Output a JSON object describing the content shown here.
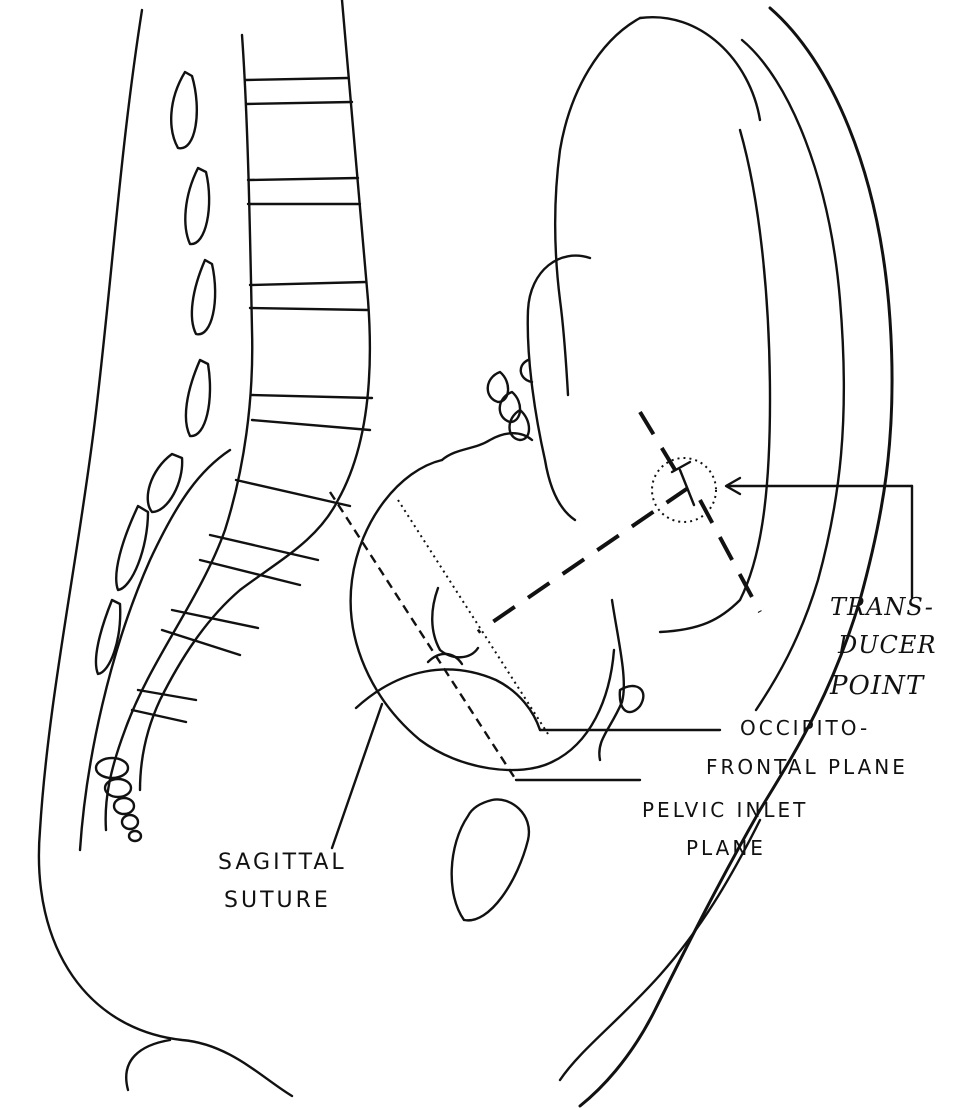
{
  "labels": {
    "transducer_point": {
      "line1": "TRANS-",
      "line2": "DUCER",
      "line3": "POINT"
    },
    "occipito_frontal_plane": {
      "line1": "OCCIPITO-",
      "line2": "FRONTAL PLANE"
    },
    "pelvic_inlet_plane": {
      "line1": "PELVIC INLET",
      "line2": "PLANE"
    },
    "sagittal_suture": {
      "line1": "SAGITTAL",
      "line2": "SUTURE"
    }
  },
  "colors": {
    "ink": "#111111",
    "paper": "#ffffff"
  }
}
